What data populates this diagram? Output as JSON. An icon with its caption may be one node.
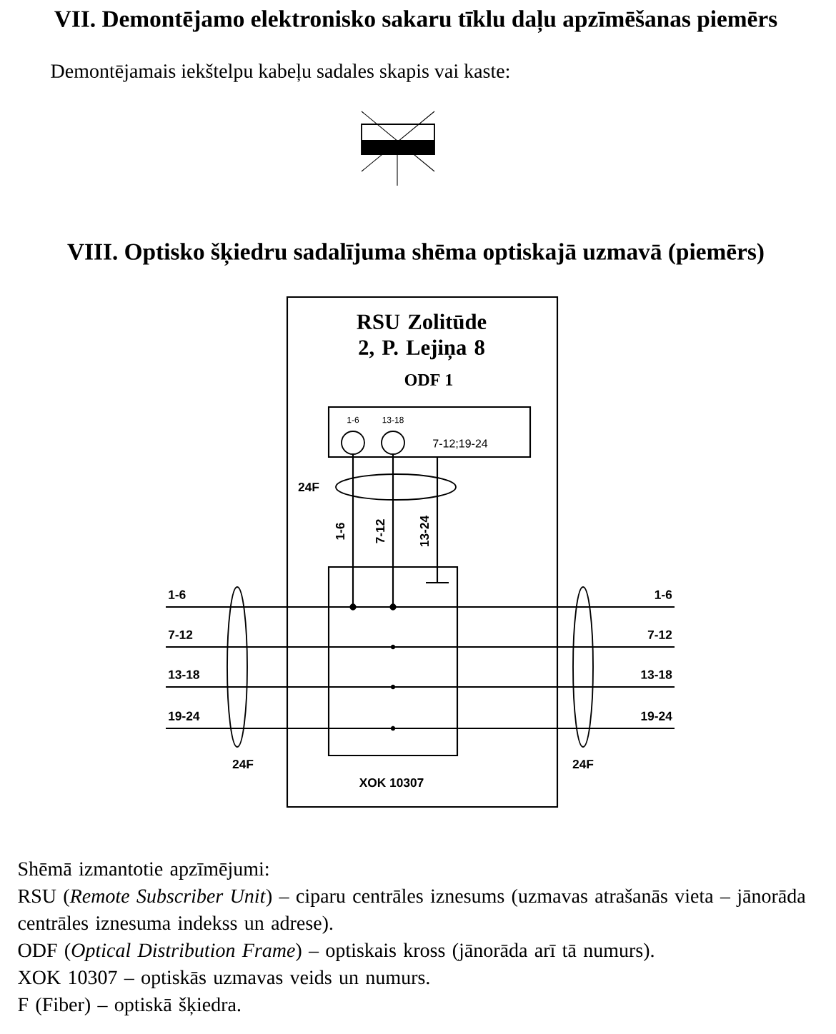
{
  "diagram": {
    "title": "VII. Demontējamo elektronisko sakaru tīklu daļu apzīmēšanas piemērs",
    "nodes": [
      {
        "text": [
          "RSU Zolitūde 2, P. Lejiņa 8"
        ]
      },
      {
        "text": [
          "ODF 1",
          "7-12;19-24"
        ],
        "in": 0
      },
      {
        "text": [
          "1-6"
        ],
        "in": 1
      },
      {
        "text": [
          "13-18"
        ],
        "in": 1
      },
      {
        "text": [
          "XOK 10307"
        ],
        "in": 0
      },
      {
        "text": [
          "1-6"
        ]
      },
      {
        "text": [
          "7-12"
        ]
      },
      {
        "text": [
          "13-18"
        ]
      },
      {
        "text": [
          "19-24"
        ]
      },
      {
        "text": [
          "1-6"
        ]
      },
      {
        "text": [
          "7-12"
        ]
      },
      {
        "text": [
          "13-18"
        ]
      },
      {
        "text": [
          "19-24"
        ]
      }
    ],
    "edges": [
      {
        "from": 2,
        "to": 4,
        "arrow": "none",
        "label": "1-6"
      },
      {
        "from": 3,
        "to": 4,
        "arrow": "none",
        "label": "7-12"
      },
      {
        "from": 1,
        "to": 4,
        "arrow": "none",
        "label": "13-24"
      },
      {
        "from": 5,
        "to": 4,
        "arrow": "none"
      },
      {
        "from": 4,
        "to": 9,
        "arrow": "none"
      },
      {
        "from": 6,
        "to": 4,
        "arrow": "none"
      },
      {
        "from": 4,
        "to": 10,
        "arrow": "none"
      },
      {
        "from": 7,
        "to": 4,
        "arrow": "none"
      },
      {
        "from": 4,
        "to": 11,
        "arrow": "none"
      },
      {
        "from": 8,
        "to": 4,
        "arrow": "none"
      },
      {
        "from": 4,
        "to": 12,
        "arrow": "none"
      }
    ],
    "labels": [
      "Demontējamais iekštelpu kabeļu sadales skapis vai kaste:",
      "VIII. Optisko šķiedru sadalījuma shēma optiskajā uzmavā (piemērs)",
      "24F",
      "24F",
      "24F",
      "Shēmā izmantotie apzīmējumi:",
      "RSU (*Remote Subscriber Unit*) – ciparu centrāles iznesums (uzmavas atrašanās vieta – jānorāda centrāles iznesuma indekss un adrese).",
      "ODF (*Optical Distribution Frame*) – optiskais kross (jānorāda arī tā numurs).",
      "XOK 10307 – optiskās uzmavas veids un numurs.",
      "F (Fiber) – optiskā šķiedra."
    ]
  }
}
